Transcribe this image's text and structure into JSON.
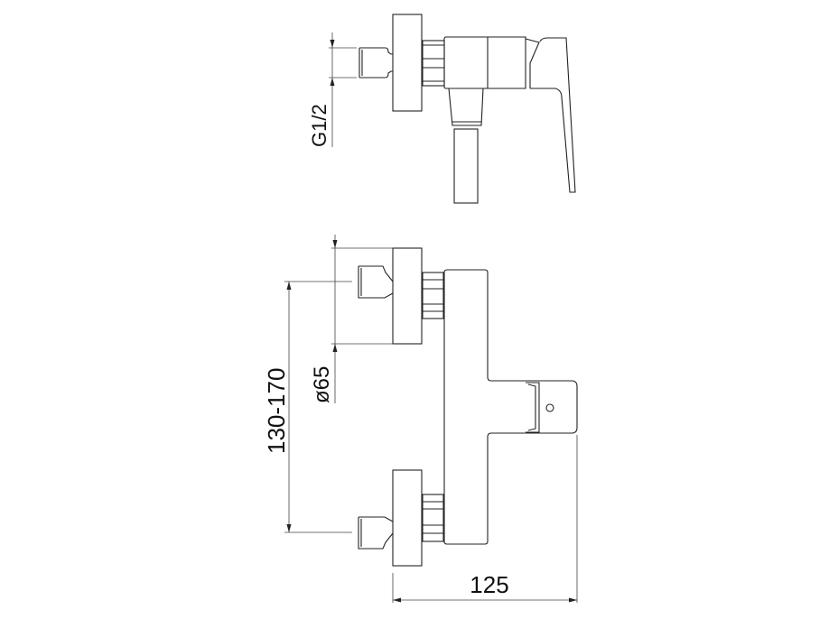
{
  "dimensions": {
    "thread": "G1/2",
    "flange_diameter": "ø65",
    "center_distance": "130-170",
    "projection": "125"
  },
  "colors": {
    "line": "#222222",
    "background": "#ffffff"
  }
}
